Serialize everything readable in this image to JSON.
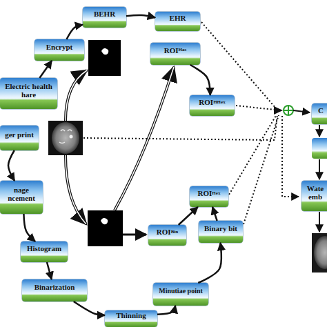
{
  "diagram": {
    "nodes": [
      {
        "text": [
          "BEHR"
        ]
      },
      {
        "text": [
          "EHR"
        ]
      },
      {
        "text": [
          "Encrypt"
        ]
      },
      {
        "text": [
          "ROI",
          "Has"
        ]
      },
      {
        "text": [
          "Electric health hare"
        ]
      },
      {
        "text": [
          "ROI",
          "HHex"
        ]
      },
      {
        "text": [
          "C"
        ]
      },
      {
        "text": [
          "ger print"
        ]
      },
      {
        "text": [
          "nage ncement"
        ]
      },
      {
        "text": [
          "Wate emb"
        ]
      },
      {
        "text": [
          "ROI",
          "Hex"
        ]
      },
      {
        "text": [
          "Binary bit"
        ]
      },
      {
        "text": [
          "ROI",
          "Bin"
        ]
      },
      {
        "text": [
          "Histogram"
        ]
      },
      {
        "text": [
          "Binarization"
        ]
      },
      {
        "text": [
          "Minutiae point"
        ]
      },
      {
        "text": [
          "Thinning"
        ]
      }
    ],
    "edges": [
      {
        "from": 4,
        "to": 2,
        "arrow": "to"
      },
      {
        "from": 2,
        "to": 0,
        "arrow": "to"
      },
      {
        "from": 0,
        "to": 1,
        "arrow": "to"
      },
      {
        "from": 3,
        "to": 5,
        "arrow": "to"
      },
      {
        "from": 7,
        "to": 8,
        "arrow": "to"
      },
      {
        "from": 8,
        "to": 13,
        "arrow": "to"
      },
      {
        "from": 13,
        "to": 14,
        "arrow": "to"
      },
      {
        "from": 14,
        "to": 16,
        "arrow": "to"
      },
      {
        "from": 16,
        "to": 15,
        "arrow": "to"
      },
      {
        "from": 15,
        "to": 11,
        "arrow": "to"
      },
      {
        "from": 11,
        "to": 10,
        "arrow": "to"
      },
      {
        "from": 12,
        "to": 10,
        "arrow": "to"
      }
    ]
  }
}
